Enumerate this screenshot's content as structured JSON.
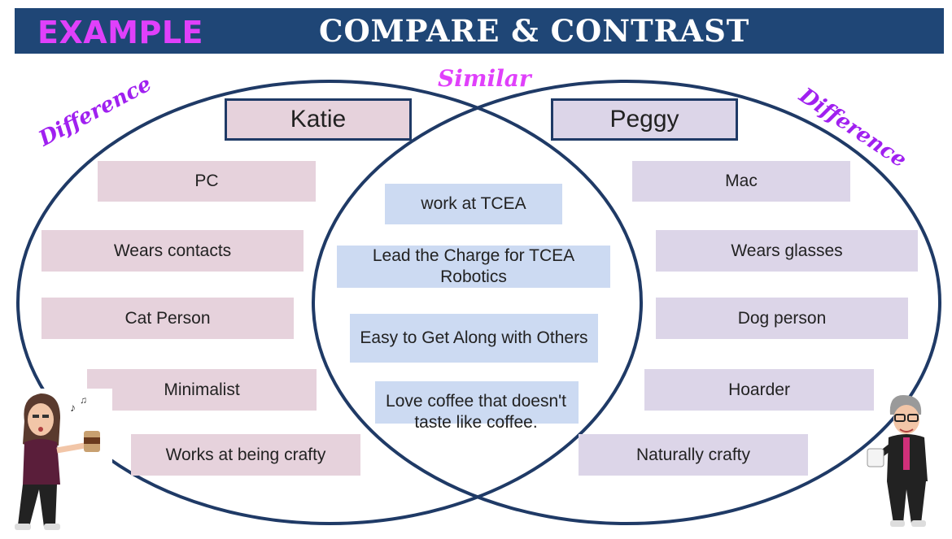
{
  "header": {
    "tag": "EXAMPLE",
    "title": "COMPARE & CONTRAST"
  },
  "labels": {
    "similar": "Similar",
    "difference_left": "Difference",
    "difference_right": "Difference"
  },
  "people": {
    "left": "Katie",
    "right": "Peggy"
  },
  "left_differences": [
    "PC",
    "Wears contacts",
    "Cat Person",
    "Minimalist",
    "Works at being crafty"
  ],
  "similarities": [
    "work at TCEA",
    "Lead the Charge for TCEA Robotics",
    "Easy to Get Along with Others",
    "Love coffee that doesn't taste like coffee."
  ],
  "right_differences": [
    "Mac",
    "Wears glasses",
    "Dog person",
    "Hoarder",
    "Naturally crafty"
  ],
  "colors": {
    "header": "#1f4676",
    "tag": "#e040fb",
    "difference": "#a020f0",
    "circle": "#1f3a66",
    "left_box": "#e6d2dc",
    "center_box": "#ccdaf2",
    "right_box": "#dcd5e8"
  }
}
